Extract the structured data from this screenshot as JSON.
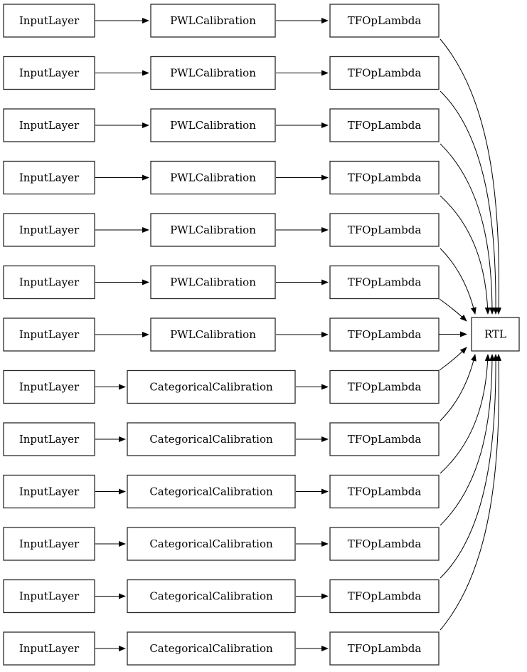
{
  "diagram": {
    "type": "keras-model-graph",
    "output_node": {
      "label": "RTL"
    },
    "colors": {
      "box_fill": "#ffffff",
      "box_stroke": "#2b2b2b",
      "edge_stroke": "#000000",
      "text": "#000000"
    },
    "rows": [
      {
        "input": "InputLayer",
        "calibration": "PWLCalibration",
        "lambda": "TFOpLambda"
      },
      {
        "input": "InputLayer",
        "calibration": "PWLCalibration",
        "lambda": "TFOpLambda"
      },
      {
        "input": "InputLayer",
        "calibration": "PWLCalibration",
        "lambda": "TFOpLambda"
      },
      {
        "input": "InputLayer",
        "calibration": "PWLCalibration",
        "lambda": "TFOpLambda"
      },
      {
        "input": "InputLayer",
        "calibration": "PWLCalibration",
        "lambda": "TFOpLambda"
      },
      {
        "input": "InputLayer",
        "calibration": "PWLCalibration",
        "lambda": "TFOpLambda"
      },
      {
        "input": "InputLayer",
        "calibration": "PWLCalibration",
        "lambda": "TFOpLambda"
      },
      {
        "input": "InputLayer",
        "calibration": "CategoricalCalibration",
        "lambda": "TFOpLambda"
      },
      {
        "input": "InputLayer",
        "calibration": "CategoricalCalibration",
        "lambda": "TFOpLambda"
      },
      {
        "input": "InputLayer",
        "calibration": "CategoricalCalibration",
        "lambda": "TFOpLambda"
      },
      {
        "input": "InputLayer",
        "calibration": "CategoricalCalibration",
        "lambda": "TFOpLambda"
      },
      {
        "input": "InputLayer",
        "calibration": "CategoricalCalibration",
        "lambda": "TFOpLambda"
      },
      {
        "input": "InputLayer",
        "calibration": "CategoricalCalibration",
        "lambda": "TFOpLambda"
      }
    ]
  }
}
